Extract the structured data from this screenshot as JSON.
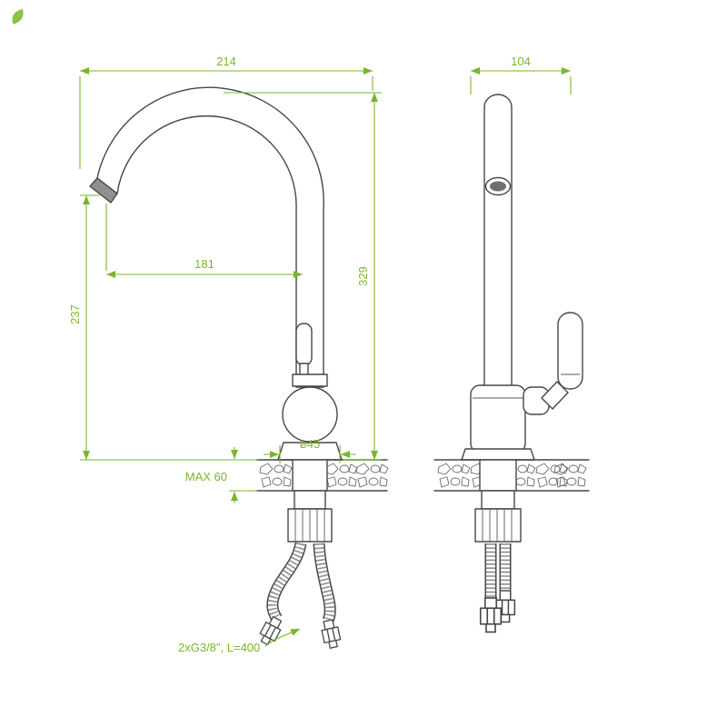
{
  "page": {
    "background": "#ffffff"
  },
  "drawing": {
    "type": "technical-diagram",
    "subject": "kitchen faucet two-view dimensional drawing",
    "colors": {
      "outline": "#474747",
      "dimension": "#76b82a"
    },
    "dimensions": {
      "front_overall_width": "214",
      "side_overall_depth": "104",
      "overall_height": "329",
      "spout_height": "237",
      "spout_reach": "181",
      "base_diameter": "ø45",
      "counter_max_thickness": "MAX 60",
      "hose_spec": "2xG3/8\", L=400"
    }
  }
}
